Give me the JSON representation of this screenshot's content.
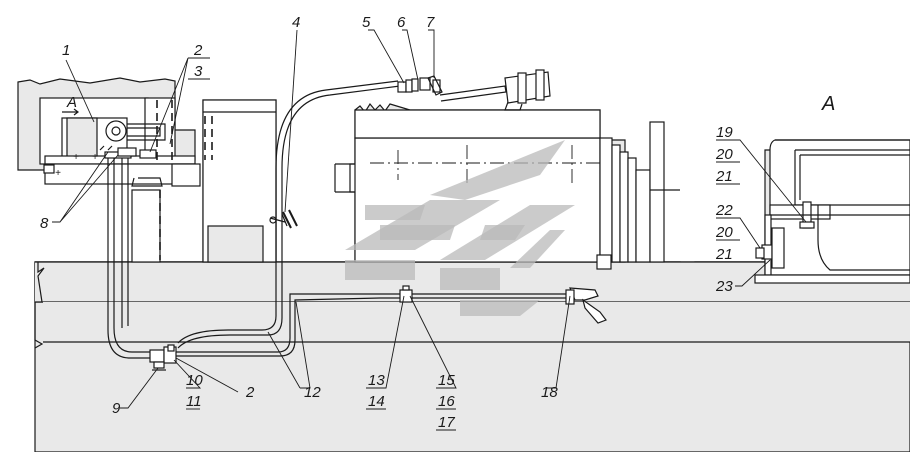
{
  "view_label": "A",
  "callouts": {
    "c1": "1",
    "c2a": "2",
    "c3": "3",
    "c4": "4",
    "c5": "5",
    "c6": "6",
    "c7": "7",
    "c8": "8",
    "c9": "9",
    "c10": "10",
    "c11": "11",
    "c2b": "2",
    "c12": "12",
    "c13": "13",
    "c14": "14",
    "c15": "15",
    "c16": "16",
    "c17": "17",
    "c18": "18"
  },
  "detail_callouts": {
    "c19": "19",
    "c20a": "20",
    "c21a": "21",
    "c22": "22",
    "c20b": "20",
    "c21b": "21",
    "c23": "23"
  },
  "arrow_label": "A",
  "colors": {
    "line": "#1a1a1a",
    "fill": "#e9e9e9",
    "watermark": "#b9b9b9"
  }
}
